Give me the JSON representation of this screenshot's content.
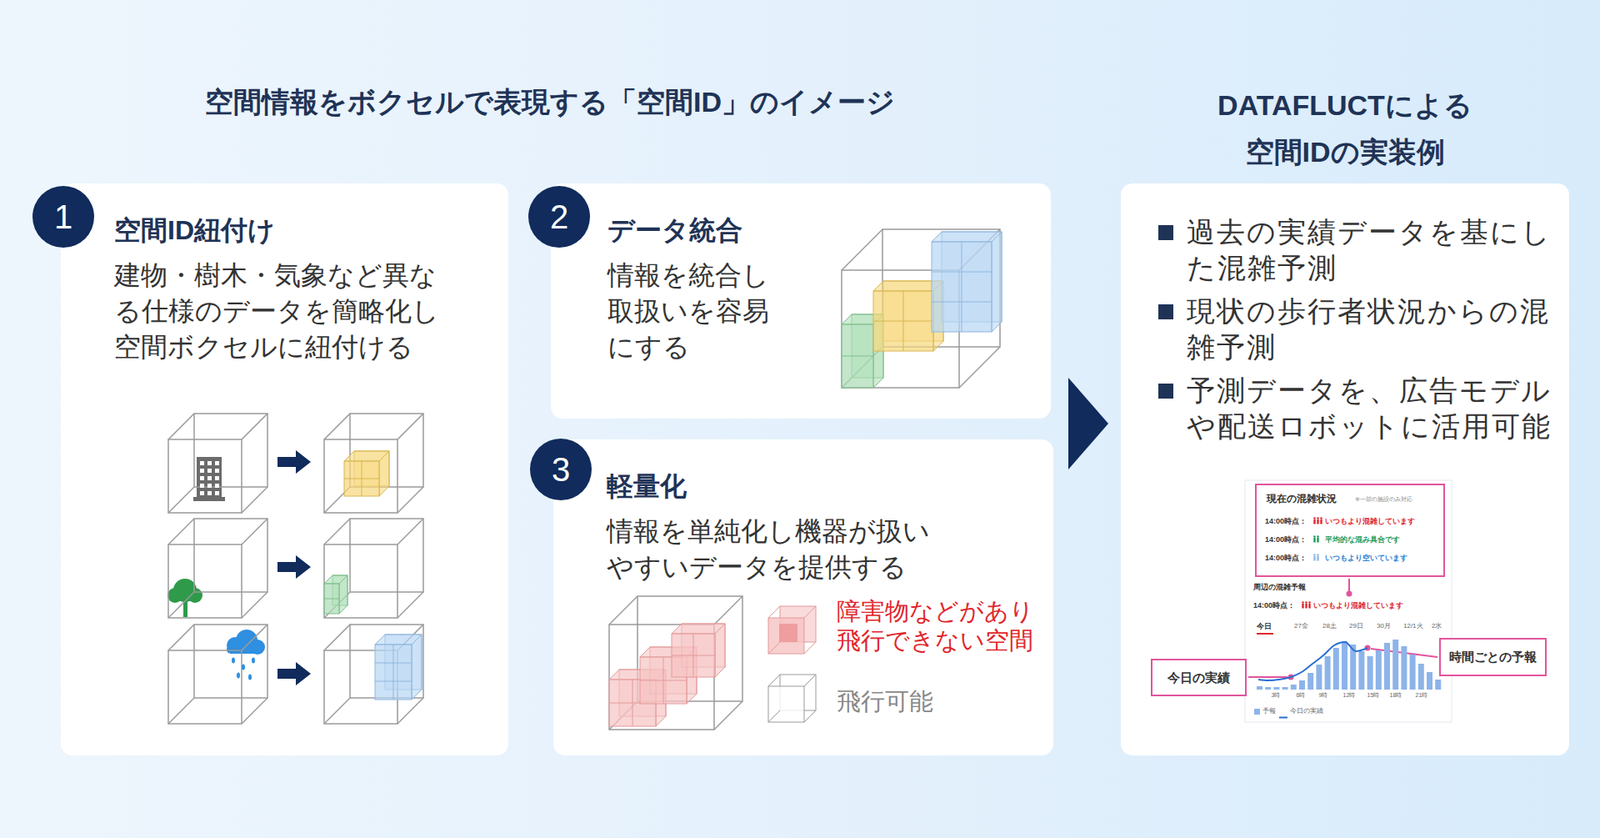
{
  "diagram": {
    "title": "空間情報をボクセルで表現する「空間ID」のイメージ",
    "nodes": [
      {
        "text": [
          "空間ID紐付け",
          "建物・樹木・気象など異なる仕様のデータを簡略化し空間ボクセルに紐付ける"
        ]
      },
      {
        "text": [
          "1"
        ],
        "in": 0
      },
      {
        "text": [
          "データ統合",
          "情報を統合し取扱いを容易にする"
        ]
      },
      {
        "text": [
          "2"
        ],
        "in": 2
      },
      {
        "text": [
          "軽量化",
          "情報を単純化し機器が扱いやすいデータを提供する"
        ]
      },
      {
        "text": [
          "3"
        ],
        "in": 4
      },
      {
        "text": [
          "DATAFLUCTによる 空間IDの実装例",
          "過去の実績データを基にした混雑予測",
          "現状の歩行者状況からの混雑予測",
          "予測データを、広告モデルや配送ロボットに活用可能"
        ]
      },
      {
        "text": [
          "現在の混雑状況",
          "※一部の施設のみ対応"
        ],
        "in": 6
      },
      {
        "text": [
          "今日の実績"
        ],
        "in": 6
      },
      {
        "text": [
          "時間ごとの予報"
        ],
        "in": 6
      }
    ],
    "labels": [
      "14:00時点：",
      "いつもより混雑しています",
      "14:00時点：",
      "平均的な混み具合です",
      "14:00時点：",
      "いつもより空いています",
      "周辺の混雑予報",
      "14:00時点：",
      "いつもより混雑しています",
      "今日",
      "27金",
      "28土",
      "29日",
      "30月",
      "12/1火",
      "2水",
      "3時",
      "6時",
      "9時",
      "12時",
      "15時",
      "18時",
      "21時"
    ],
    "legend": [
      {
        "text": "障害物などがあり飛行できない空間",
        "color": "#f6c3c3"
      },
      {
        "text": "飛行可能"
      },
      {
        "text": "予報",
        "color": "#8db4ea"
      },
      {
        "text": "今日の実績"
      }
    ]
  }
}
